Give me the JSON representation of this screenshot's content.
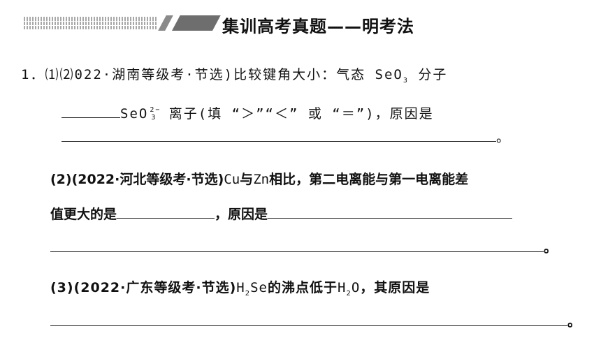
{
  "header": {
    "title": "集训高考真题——明考法"
  },
  "q1": {
    "number": "1．",
    "part1_prefix": "⑴⑵022·湖南等级考·节选)比较键角大小：气态 SeO",
    "sub3": "3",
    "part1_suffix": " 分子",
    "line2_ion": "SeO",
    "charge_top": "2−",
    "charge_bottom": "3",
    "line2_rest": " 离子(填 “＞”“＜” 或 “＝”)，原因是",
    "end_mark": "。"
  },
  "q2": {
    "line1_a": "(2)(2022·河北等级考·节选)",
    "cu": "Cu",
    "yu": "与",
    "zn": "Zn",
    "line1_b": "相比，第二电离能与第一电离能差",
    "line2_a": "值更大的是",
    "line2_b": "，原因是",
    "end_mark": "。"
  },
  "q3": {
    "line1_a": "(3)(2022·广东等级考·节选)",
    "h": "H",
    "sub2": "2",
    "se": "Se",
    "line1_b": "的沸点低于",
    "h2": "H",
    "sub2b": "2",
    "o": "O",
    "line1_c": "，其原因是",
    "end_mark": "。"
  }
}
